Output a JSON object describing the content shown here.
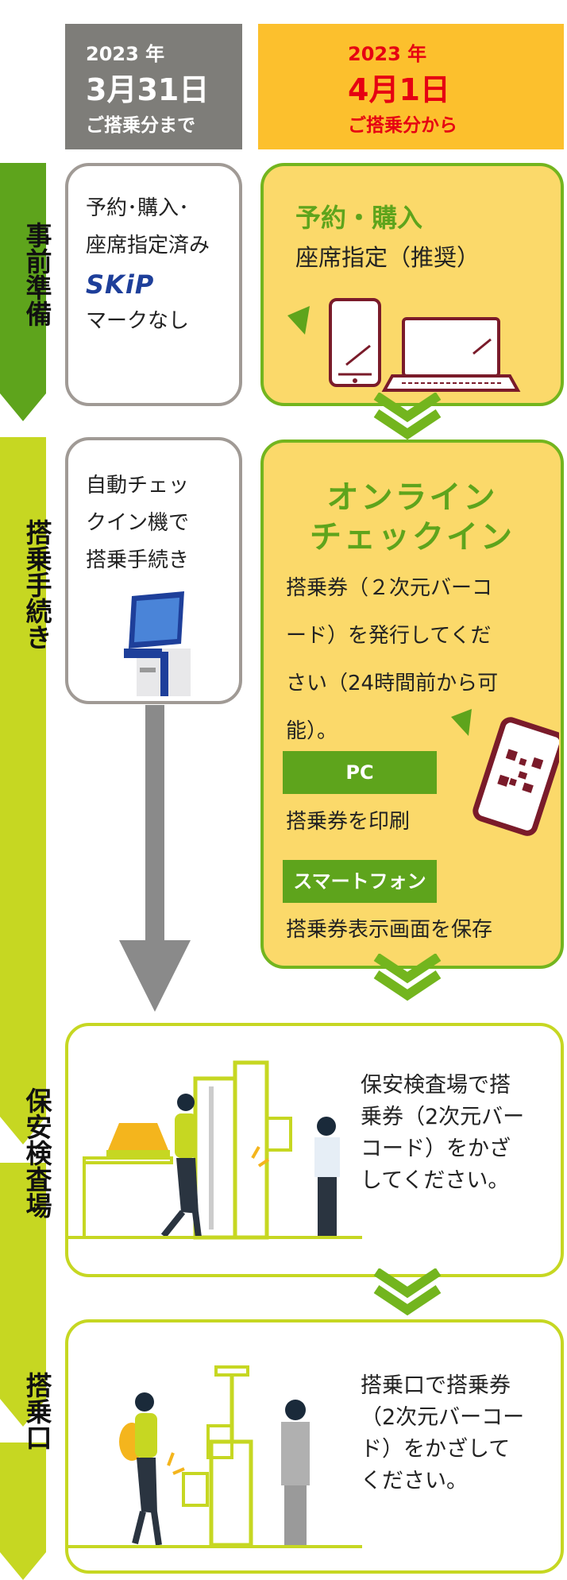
{
  "header": {
    "old": {
      "year": "2023 年",
      "date": "3月31日",
      "sub": "ご搭乗分まで"
    },
    "new": {
      "year": "2023 年",
      "date": "4月1日",
      "sub": "ご搭乗分から"
    }
  },
  "steps": [
    "事前準備",
    "搭乗手続き",
    "保安検査場",
    "搭乗口"
  ],
  "prep": {
    "left_line1": "予約･購入･",
    "left_line2": "座席指定済み",
    "skip_logo": "SKiP",
    "left_line3": "マークなし",
    "right_title": "予約・購入",
    "right_sub": "座席指定（推奨）"
  },
  "checkin": {
    "left_line1": "自動チェッ",
    "left_line2": "クイン機で",
    "left_line3": "搭乗手続き",
    "right_title1": "オンライン",
    "right_title2": "チェックイン",
    "right_text1": "搭乗券（２次元バーコ",
    "right_text2": "ード）を発行してくだ",
    "right_text3": "さい（24時間前から可",
    "right_text4": "能）。",
    "pc_label": "PC",
    "pc_text": "搭乗券を印刷",
    "sp_label": "スマートフォン",
    "sp_text": "搭乗券表示画面を保存"
  },
  "security": {
    "line1": "保安検査場で搭",
    "line2": "乗券（2次元バー",
    "line3": "コード）をかざ",
    "line4": "してください。"
  },
  "gate": {
    "line1": "搭乗口で搭乗券",
    "line2": "（2次元バーコー",
    "line3": "ド）をかざして",
    "line4": "ください。"
  },
  "colors": {
    "green_dark": "#5ea41c",
    "green_mid": "#73b51e",
    "green_light": "#c6d722",
    "yellow_box": "#fbd96a",
    "header_yellow": "#fcc02d",
    "header_gray": "#7e7d79",
    "red": "#e60012"
  }
}
